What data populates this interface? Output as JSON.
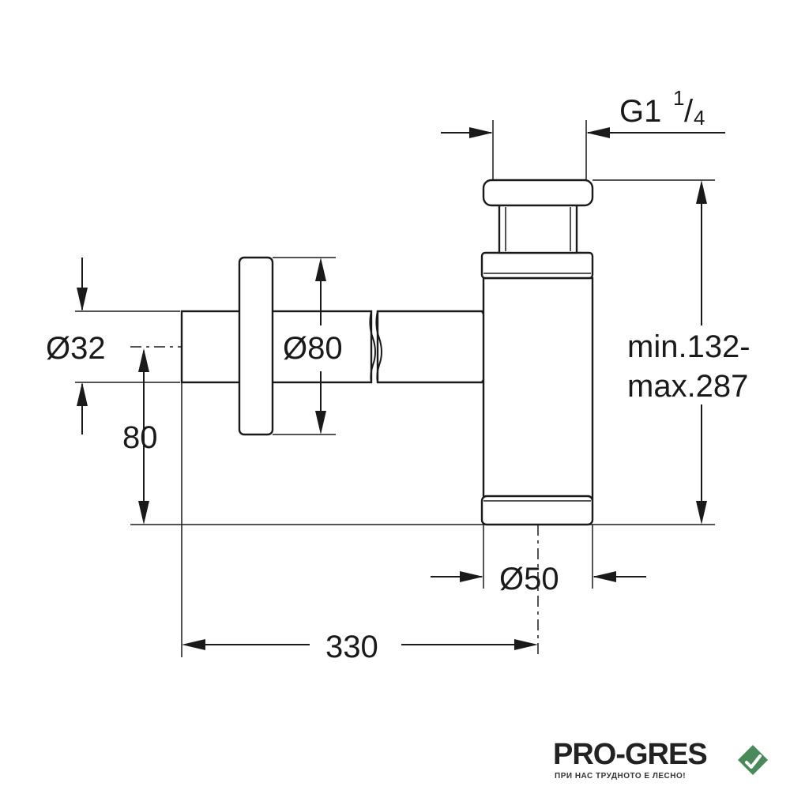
{
  "dimensions": {
    "thread": "G1",
    "thread_fraction_num": "1",
    "thread_fraction_den": "4",
    "pipe_diameter": "Ø32",
    "rosette_diameter": "Ø80",
    "height_offset": "80",
    "height_range_min": "min.132-",
    "height_range_max": "max.287",
    "outlet_diameter": "Ø50",
    "length": "330"
  },
  "logo": {
    "name": "PRO-GRES",
    "slogan": "ПРИ НАС ТРУДНОТО Е ЛЕСНО!",
    "accent_color": "#4a8a5a"
  }
}
